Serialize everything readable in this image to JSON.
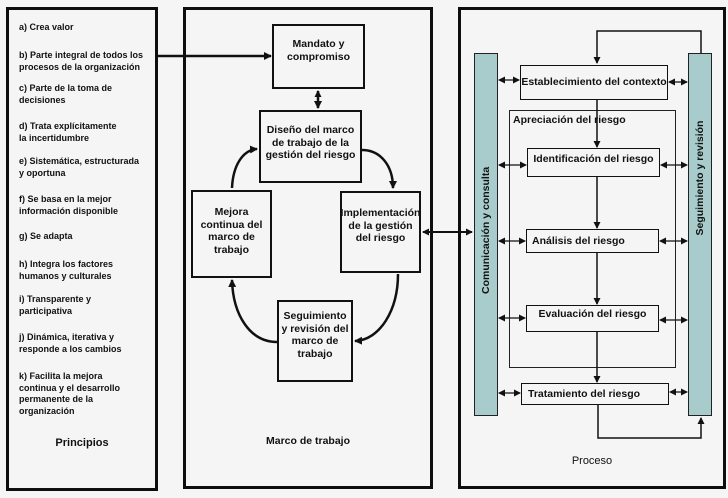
{
  "principles": {
    "title": "Principios",
    "items": [
      {
        "line1": "a) Crea valor",
        "line2": ""
      },
      {
        "line1": "b) Parte integral de todos los",
        "line2": "procesos de la organización"
      },
      {
        "line1": "c) Parte de la toma de",
        "line2": "decisiones"
      },
      {
        "line1": "d) Trata explícitamente",
        "line2": "la incertidumbre"
      },
      {
        "line1": "e) Sistemática, estructurada",
        "line2": "y oportuna"
      },
      {
        "line1": "f) Se basa en la mejor",
        "line2": "información disponible"
      },
      {
        "line1": "g) Se adapta",
        "line2": ""
      },
      {
        "line1": "h) Integra los factores",
        "line2": "humanos y culturales"
      },
      {
        "line1": "i) Transparente y",
        "line2": "participativa"
      },
      {
        "line1": "j) Dinámica, iterativa y",
        "line2": "responde a los cambios"
      },
      {
        "line1": "k) Facilita la mejora",
        "line2": "continua y el desarrollo",
        "line3": "permanente de la",
        "line4": "organización"
      }
    ]
  },
  "framework": {
    "title": "Marco de trabajo",
    "mandate": {
      "line1": "Mandato y",
      "line2": "compromiso"
    },
    "design": {
      "line1": "Diseño del marco",
      "line2": "de trabajo de la",
      "line3": "gestión del riesgo"
    },
    "implementation": {
      "line1": "Implementación",
      "line2": "de la gestión",
      "line3": "del riesgo"
    },
    "monitoring": {
      "line1": "Seguimiento",
      "line2": "y revisión del",
      "line3": "marco de",
      "line4": "trabajo"
    },
    "improvement": {
      "line1": "Mejora",
      "line2": "continua del",
      "line3": "marco de",
      "line4": "trabajo"
    }
  },
  "process": {
    "title": "Proceso",
    "communication_bar": "Comunicación y consulta",
    "review_bar": "Seguimiento y revisión",
    "context": "Establecimiento del contexto",
    "assessment_title": "Apreciación del riesgo",
    "identification": "Identificación del riesgo",
    "analysis": "Análisis del riesgo",
    "evaluation": "Evaluación del riesgo",
    "treatment": "Tratamiento del riesgo"
  },
  "colors": {
    "bar_fill": "#a8cbcb",
    "line": "#111111",
    "background": "#f6f5f5"
  }
}
